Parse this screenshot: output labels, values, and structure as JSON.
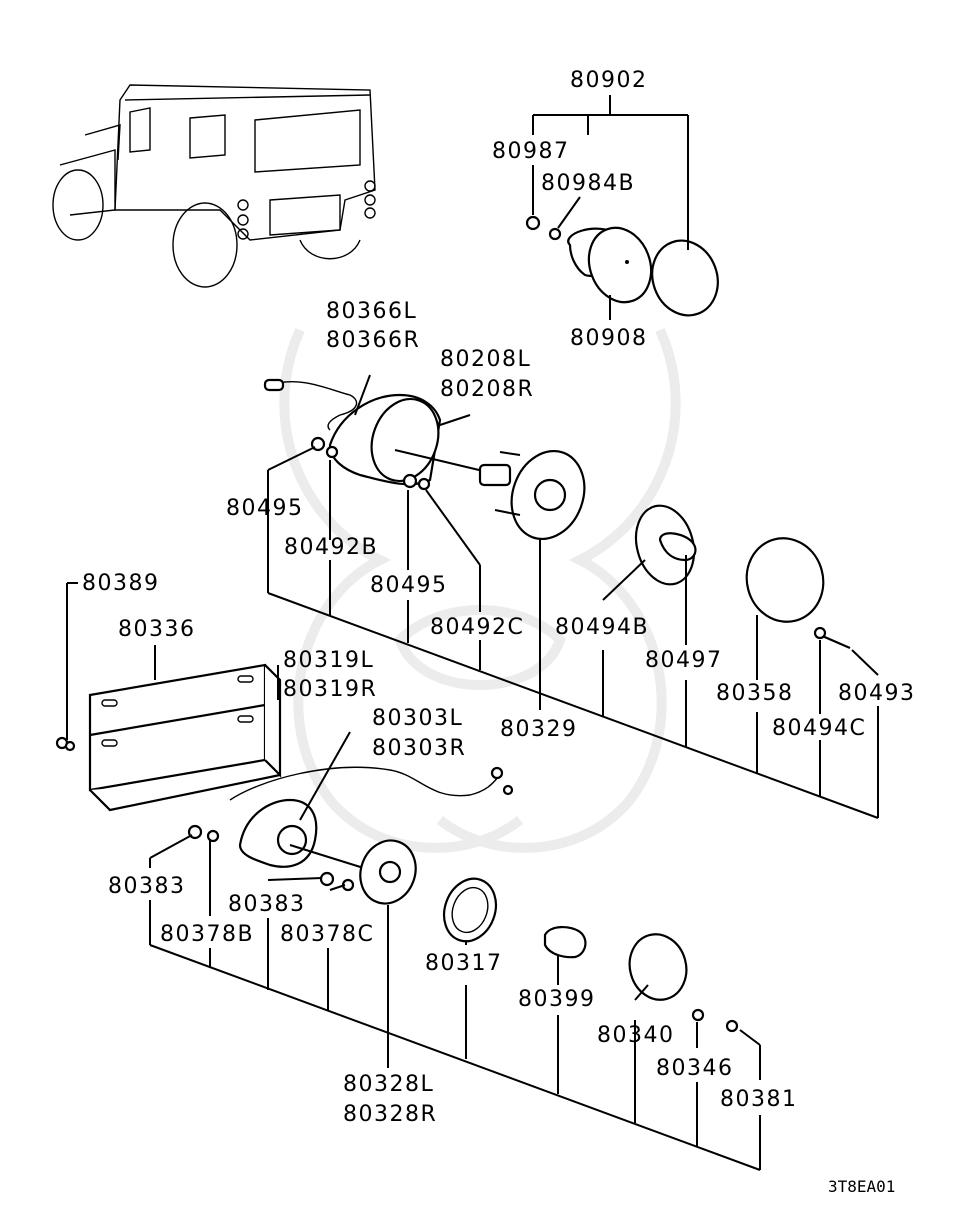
{
  "labels": {
    "p80902": "80902",
    "p80987": "80987",
    "p80984B": "80984B",
    "p80908": "80908",
    "p80366L": "80366L",
    "p80366R": "80366R",
    "p80208L": "80208L",
    "p80208R": "80208R",
    "p80495a": "80495",
    "p80492B": "80492B",
    "p80495b": "80495",
    "p80492C": "80492C",
    "p80494B": "80494B",
    "p80497": "80497",
    "p80358": "80358",
    "p80493": "80493",
    "p80494C": "80494C",
    "p80329": "80329",
    "p80389": "80389",
    "p80336": "80336",
    "p80319L": "80319L",
    "p80319R": "80319R",
    "p80303L": "80303L",
    "p80303R": "80303R",
    "p80383a": "80383",
    "p80383b": "80383",
    "p80378B": "80378B",
    "p80378C": "80378C",
    "p80317": "80317",
    "p80399": "80399",
    "p80340": "80340",
    "p80346": "80346",
    "p80381": "80381",
    "p80328L": "80328L",
    "p80328R": "80328R"
  },
  "diagram_code": "3T8EA01"
}
